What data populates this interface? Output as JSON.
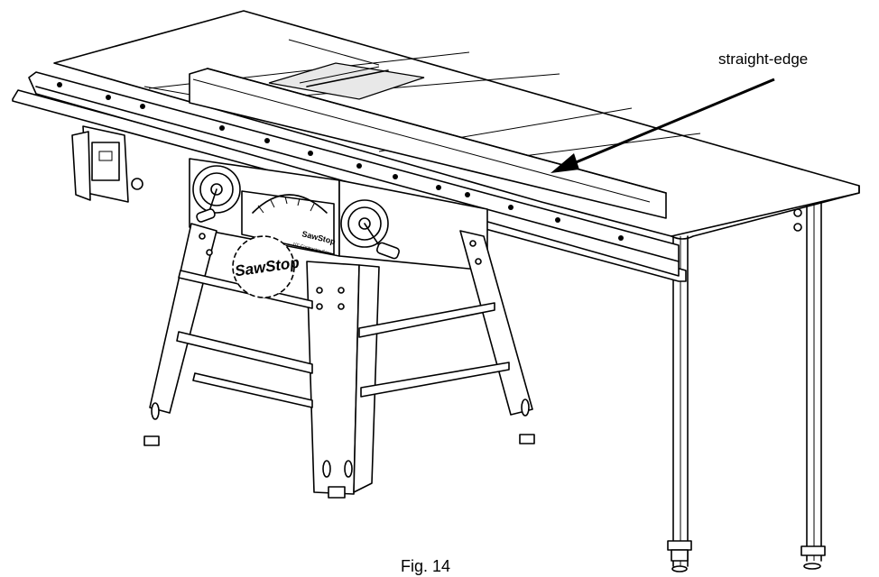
{
  "figure": {
    "callout_label": "straight-edge",
    "caption": "Fig. 14",
    "logo_text": "SawStop",
    "panel_brand": "SawStop",
    "panel_subtitle": "10\" Contractor Saw"
  },
  "colors": {
    "line": "#000000",
    "background": "#ffffff"
  }
}
